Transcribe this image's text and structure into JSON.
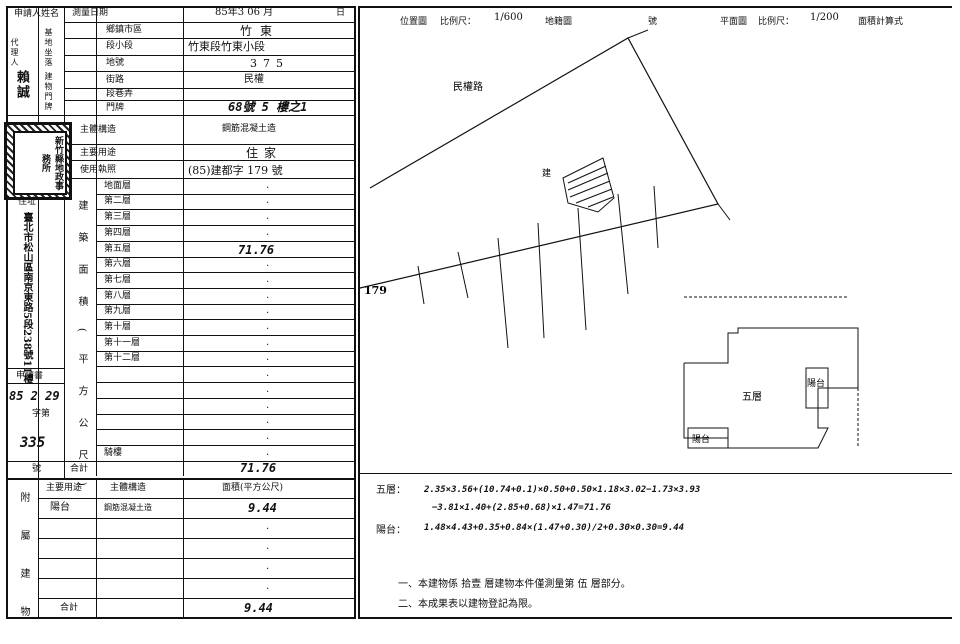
{
  "form": {
    "applicant_label": "申請人姓名",
    "survey_date_label": "測量日期",
    "survey_date": "85年3 06 月",
    "day_label": "日",
    "township_label": "鄉鎮市區",
    "township": "竹東",
    "section_label": "段小段",
    "section_value": "竹東段竹東小段",
    "lot_label": "地號",
    "lot_value": "375",
    "base_label": "基地坐落",
    "street_label": "街路",
    "street_value": "民權",
    "lane_label": "段巷弄",
    "door_label": "門牌",
    "door_value": "68號 5 樓之1",
    "building_label": "建物門牌",
    "structure_label": "主體構造",
    "structure_value": "鋼筋混凝土造",
    "use_label": "主要用途",
    "use_value": "住家",
    "permit_label": "使用執照",
    "permit_value": "(85)建都字 179 號",
    "applicant_name": "賴誠",
    "agent_label": "代理人",
    "address_label": "住址",
    "address_value": "臺北市松山區南京東路5段238號11樓",
    "application_label": "申請書",
    "application_date": "85 2 29",
    "application_no_label": "字第",
    "application_no": "335",
    "hao_label": "號"
  },
  "floors": {
    "section_label": "建築面積(平方公尺)",
    "rows": [
      {
        "label": "地面層",
        "value": "."
      },
      {
        "label": "第二層",
        "value": "."
      },
      {
        "label": "第三層",
        "value": "."
      },
      {
        "label": "第四層",
        "value": "."
      },
      {
        "label": "第五層",
        "value": "71.76"
      },
      {
        "label": "第六層",
        "value": "."
      },
      {
        "label": "第七層",
        "value": "."
      },
      {
        "label": "第八層",
        "value": "."
      },
      {
        "label": "第九層",
        "value": "."
      },
      {
        "label": "第十層",
        "value": "."
      },
      {
        "label": "第十一層",
        "value": "."
      },
      {
        "label": "第十二層",
        "value": "."
      },
      {
        "label": "",
        "value": "."
      },
      {
        "label": "",
        "value": "."
      },
      {
        "label": "",
        "value": "."
      },
      {
        "label": "",
        "value": "."
      },
      {
        "label": "",
        "value": "."
      },
      {
        "label": "騎樓",
        "value": "."
      }
    ],
    "total_label": "合計",
    "total_value": "71.76"
  },
  "annex": {
    "section_label": "附屬建物",
    "use_header": "主要用途",
    "structure_header": "主體構造",
    "area_header": "面積(平方公尺)",
    "rows": [
      {
        "use": "陽台",
        "structure": "鋼筋混凝土造",
        "area": "9.44"
      },
      {
        "use": "",
        "structure": "",
        "area": "."
      },
      {
        "use": "",
        "structure": "",
        "area": "."
      },
      {
        "use": "",
        "structure": "",
        "area": "."
      },
      {
        "use": "",
        "structure": "",
        "area": "."
      }
    ],
    "total_label": "合計",
    "total_value": "9.44"
  },
  "right": {
    "location_map_label": "位置圖",
    "location_scale_label": "比例尺：",
    "location_scale": "1/600",
    "land_map_label": "地籍圖",
    "hao_label": "號",
    "plan_label": "平面圖",
    "plan_scale_label": "比例尺：",
    "plan_scale": "1/200",
    "area_calc_label": "面積計算式",
    "road_label": "民權路",
    "building_mark": "建",
    "lot_number": "179",
    "floor_label": "五層",
    "balcony_label": "陽台",
    "calc_floor_label": "五層：",
    "calc_floor_line1": "2.35×3.56+(10.74+0.1)×0.50+0.50×1.18×3.02−1.73×3.93",
    "calc_floor_line2": "−3.81×1.40+(2.85+0.68)×1.47=71.76",
    "calc_balcony_label": "陽台：",
    "calc_balcony_text": "1.48×4.43+0.35+0.84×(1.47+0.30)/2+0.30×0.30=9.44",
    "note1": "一、本建物係 拾壹 層建物本件僅測量第 伍 層部分。",
    "note2": "二、本成果表以建物登記為限。"
  },
  "stamp": {
    "text": "新竹縣地政事務所"
  }
}
